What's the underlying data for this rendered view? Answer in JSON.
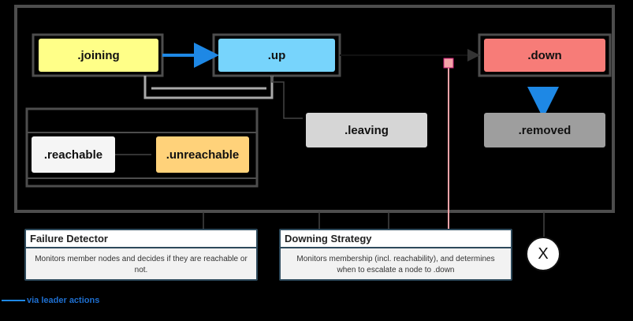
{
  "states": {
    "joining": ".joining",
    "up": ".up",
    "down": ".down",
    "leaving": ".leaving",
    "removed": ".removed",
    "reachable": ".reachable",
    "unreachable": ".unreachable"
  },
  "failure_detector": {
    "title": "Failure Detector",
    "description": "Monitors member nodes and decides if they are reachable or not."
  },
  "downing_strategy": {
    "title": "Downing Strategy",
    "description": "Monitors membership (incl. reachability), and determines when to escalate a node to .down"
  },
  "terminal_symbol": "X",
  "legend": {
    "label": "via leader actions"
  },
  "colors": {
    "joining": "#ffff88",
    "up": "#77d4fc",
    "down": "#f77c78",
    "leaving": "#d6d6d6",
    "removed": "#9e9e9e",
    "reachable": "#f5f5f5",
    "unreachable": "#ffd27a",
    "leader_action": "#1e88e5",
    "frame": "#4d4d4d",
    "downing_line": "#f4a3a8"
  }
}
